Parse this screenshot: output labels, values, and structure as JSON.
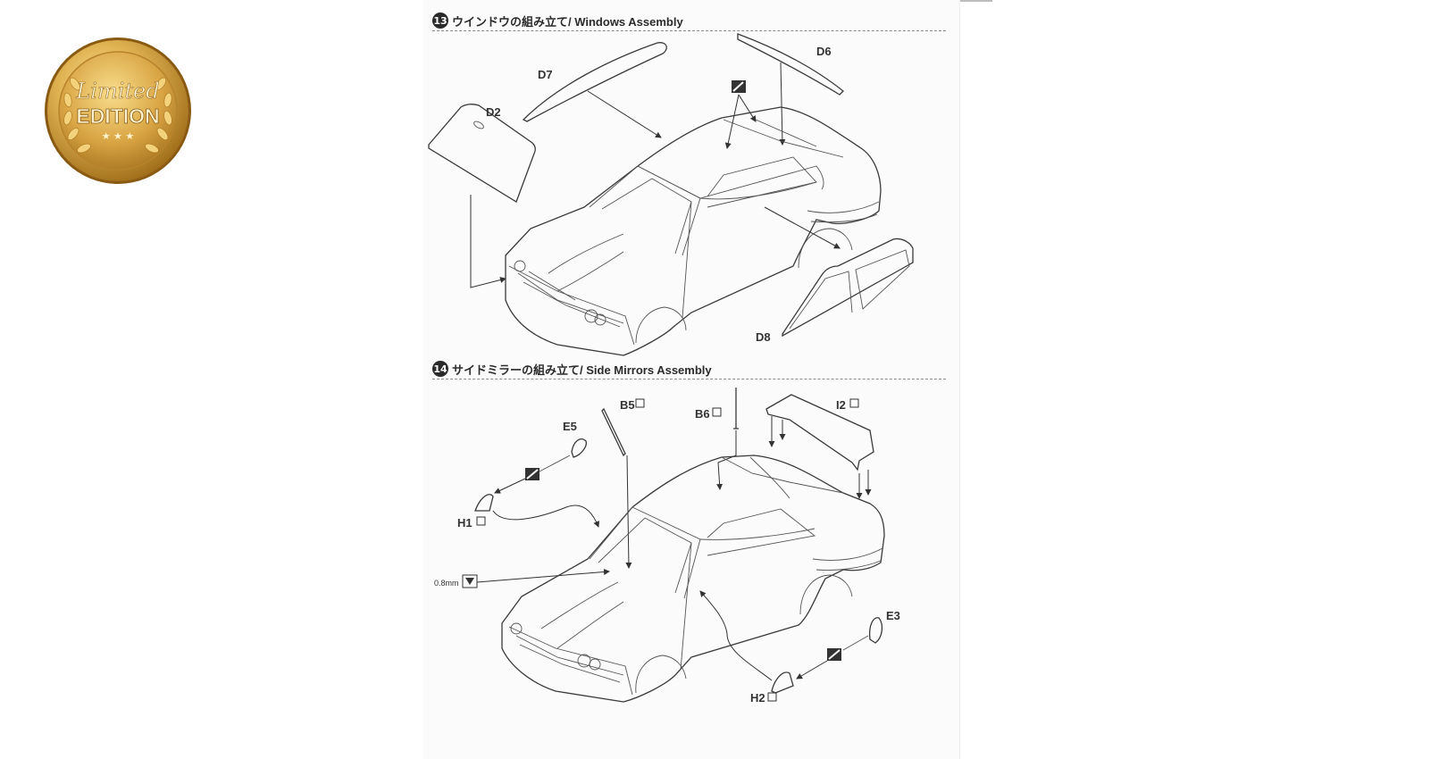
{
  "badge": {
    "line1": "Limited",
    "line2": "EDITION",
    "stars": "★ ★ ★"
  },
  "steps": [
    {
      "number": "13",
      "title": "ウインドウの組み立て/ Windows Assembly",
      "parts": {
        "d7": "D7",
        "d2": "D2",
        "d6": "D6",
        "d8": "D8"
      }
    },
    {
      "number": "14",
      "title": "サイドミラーの組み立て/ Side Mirrors Assembly",
      "parts": {
        "b5": "B5",
        "b6": "B6",
        "i2": "I2",
        "e5": "E5",
        "h1": "H1",
        "e3": "E3",
        "h2": "H2"
      },
      "drill": "0.8mm"
    }
  ],
  "colors": {
    "gold": "#c9962f",
    "goldLight": "#f2d27a",
    "ink": "#2b2b2b"
  }
}
